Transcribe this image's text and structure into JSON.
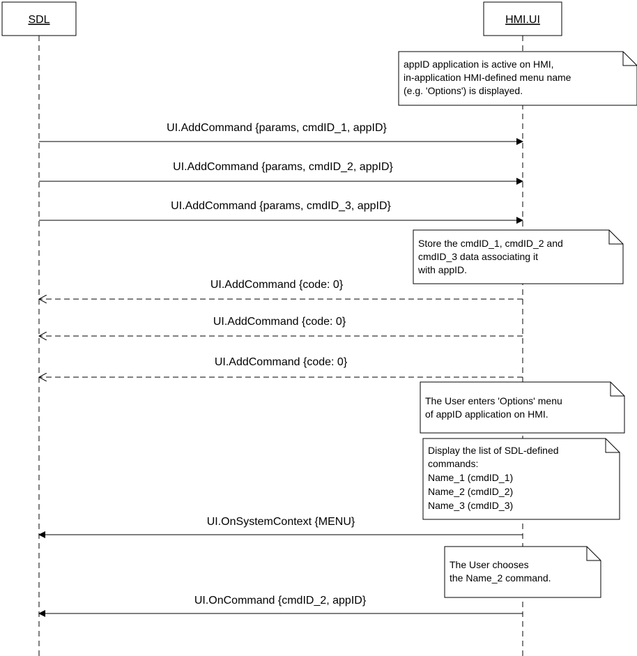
{
  "participants": {
    "sdl": "SDL",
    "hmi": "HMI.UI"
  },
  "messages": [
    {
      "label": "UI.AddCommand {params, cmdID_1, appID}",
      "direction": "request"
    },
    {
      "label": "UI.AddCommand {params, cmdID_2, appID}",
      "direction": "request"
    },
    {
      "label": "UI.AddCommand {params, cmdID_3, appID}",
      "direction": "request"
    },
    {
      "label": "UI.AddCommand {code: 0}",
      "direction": "response"
    },
    {
      "label": "UI.AddCommand {code: 0}",
      "direction": "response"
    },
    {
      "label": "UI.AddCommand {code: 0}",
      "direction": "response"
    },
    {
      "label": "UI.OnSystemContext {MENU}",
      "direction": "notification"
    },
    {
      "label": "UI.OnCommand {cmdID_2, appID}",
      "direction": "notification"
    }
  ],
  "notes": [
    {
      "lines": [
        "appID application is active on HMI,",
        "in-application HMI-defined menu name",
        "(e.g. 'Options') is displayed."
      ]
    },
    {
      "lines": [
        "Store the cmdID_1, cmdID_2 and",
        "cmdID_3  data associating it",
        "with appID."
      ]
    },
    {
      "lines": [
        "The User enters 'Options' menu",
        "of appID application on HMI."
      ]
    },
    {
      "lines": [
        "Display the list of SDL-defined",
        "commands:",
        "Name_1 (cmdID_1)",
        "Name_2 (cmdID_2)",
        "Name_3 (cmdID_3)"
      ]
    },
    {
      "lines": [
        "The User chooses",
        "the Name_2 command."
      ]
    }
  ]
}
